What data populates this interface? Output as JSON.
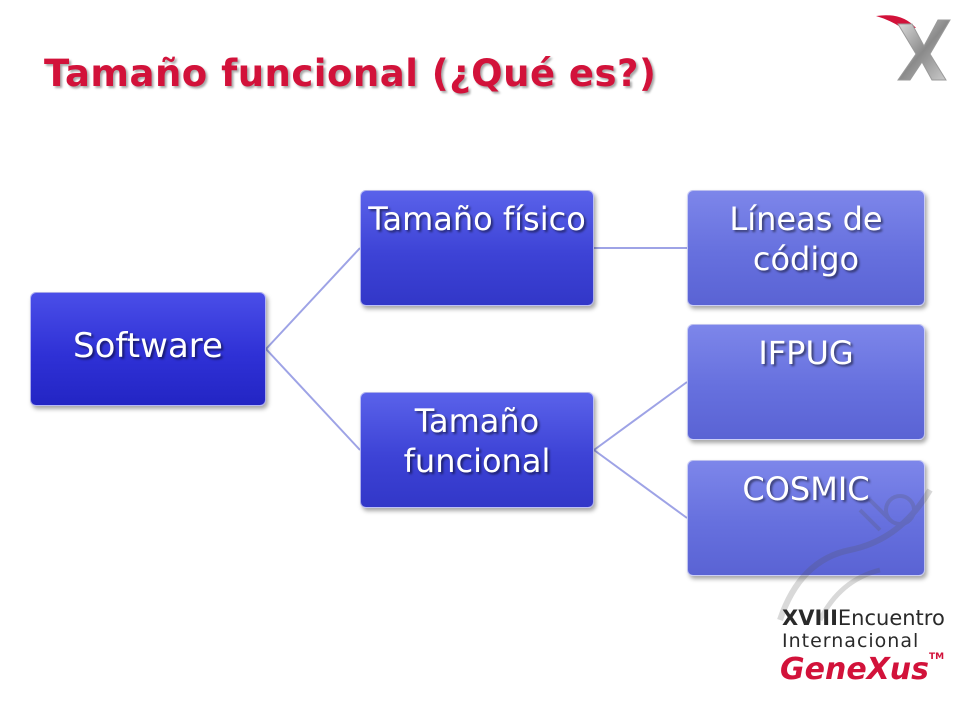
{
  "title": "Tamaño funcional (¿Qué es?)",
  "diagram": {
    "root": "Software",
    "branches": [
      {
        "label": "Tamaño físico",
        "children": [
          "Líneas de código"
        ]
      },
      {
        "label": "Tamaño funcional",
        "children": [
          "IFPUG",
          "COSMIC"
        ]
      }
    ]
  },
  "branding": {
    "event_line1_bold": "XVIII",
    "event_line1_rest": "Encuentro",
    "event_line2": "Internacional",
    "product": "GeneXus",
    "trademark": "TM"
  },
  "colors": {
    "title": "#d2123a",
    "level1": "#2f31d6",
    "level2": "#3d43d6",
    "level3": "#6670de",
    "connector": "#9ea3e6"
  }
}
